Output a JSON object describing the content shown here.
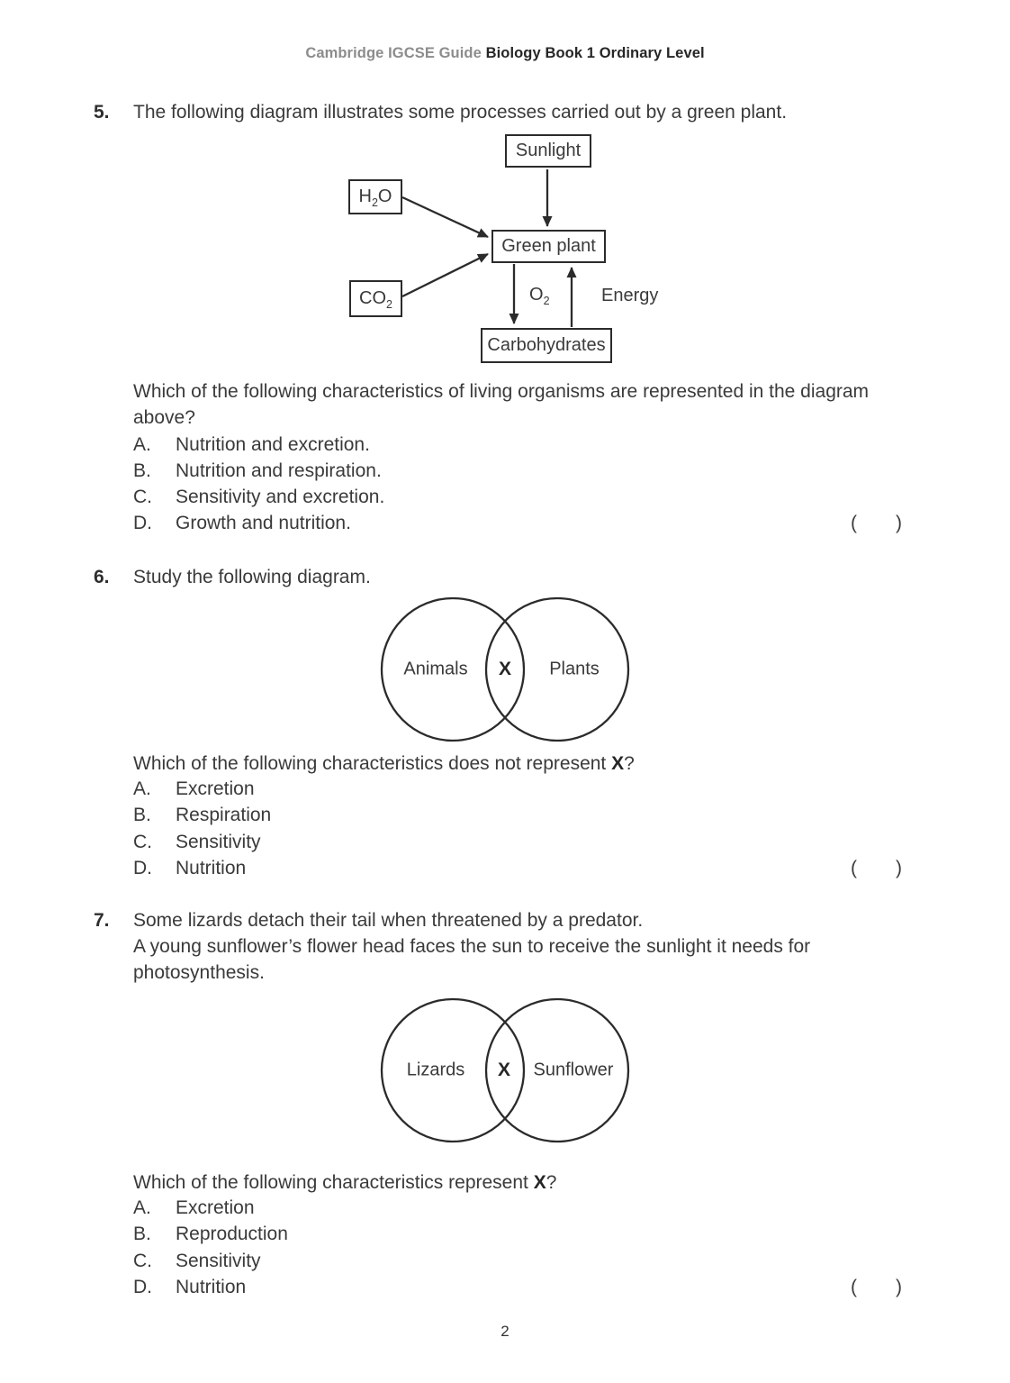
{
  "header": {
    "series": "Cambridge IGCSE Guide",
    "book": "Biology Book 1 Ordinary Level"
  },
  "footer": {
    "page_number": "2"
  },
  "q5": {
    "number": "5.",
    "intro": "The following diagram illustrates some processes carried out by a green plant.",
    "diagram": {
      "sunlight": "Sunlight",
      "h2o_base": "H",
      "h2o_sub": "2",
      "h2o_rest": "O",
      "co2_base": "CO",
      "co2_sub": "2",
      "green_plant": "Green plant",
      "o2_base": "O",
      "o2_sub": "2",
      "energy": "Energy",
      "carbohydrates": "Carbohydrates"
    },
    "question_lines": [
      "Which of the following characteristics of living organisms are represented in the diagram",
      "above?"
    ],
    "options": [
      {
        "letter": "A.",
        "text": "Nutrition and excretion."
      },
      {
        "letter": "B.",
        "text": "Nutrition and respiration."
      },
      {
        "letter": "C.",
        "text": "Sensitivity and excretion."
      },
      {
        "letter": "D.",
        "text": "Growth and nutrition."
      }
    ],
    "answer_open": "(",
    "answer_close": ")"
  },
  "q6": {
    "number": "6.",
    "intro": "Study the following diagram.",
    "venn": {
      "left": "Animals",
      "middle": "X",
      "right": "Plants"
    },
    "question": {
      "before": "Which of the following characteristics does not represent ",
      "x": "X",
      "after": "?"
    },
    "options": [
      {
        "letter": "A.",
        "text": "Excretion"
      },
      {
        "letter": "B.",
        "text": "Respiration"
      },
      {
        "letter": "C.",
        "text": "Sensitivity"
      },
      {
        "letter": "D.",
        "text": "Nutrition"
      }
    ],
    "answer_open": "(",
    "answer_close": ")"
  },
  "q7": {
    "number": "7.",
    "intro_lines": [
      "Some lizards detach their tail when threatened by a predator.",
      "A young sunflower’s flower head faces the sun to receive the sunlight it needs for",
      "photosynthesis."
    ],
    "venn": {
      "left": "Lizards",
      "middle": "X",
      "right": "Sunflower"
    },
    "question": {
      "before": "Which of the following characteristics represent ",
      "x": "X",
      "after": "?"
    },
    "options": [
      {
        "letter": "A.",
        "text": "Excretion"
      },
      {
        "letter": "B.",
        "text": "Reproduction"
      },
      {
        "letter": "C.",
        "text": "Sensitivity"
      },
      {
        "letter": "D.",
        "text": "Nutrition"
      }
    ],
    "answer_open": "(",
    "answer_close": ")"
  }
}
